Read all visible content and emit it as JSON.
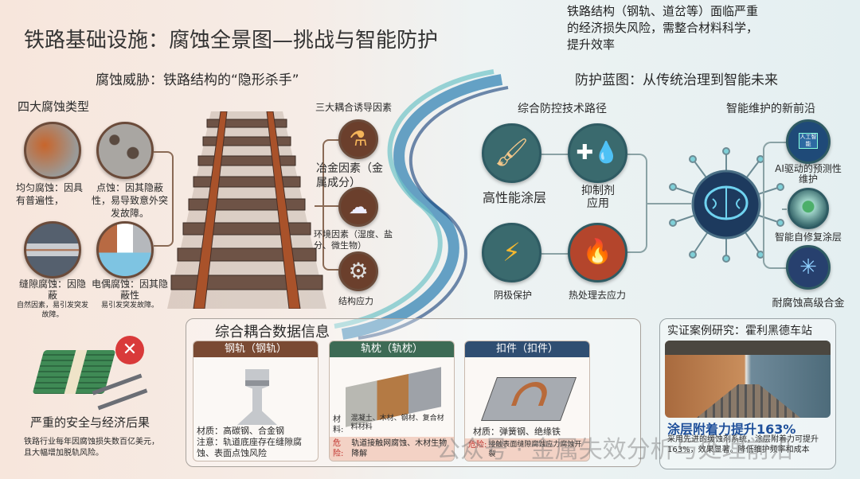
{
  "title": "铁路基础设施：腐蚀全景图—挑战与智能防护",
  "top_note": [
    "铁路结构（钢轨、道岔等）面临严重",
    "的经济损失风险，需整合材料科学，",
    "提升效率"
  ],
  "left": {
    "subtitle": "腐蚀威胁：铁路结构的“隐形杀手”",
    "types_title": "四大腐蚀类型",
    "types": [
      {
        "label": "均匀腐蚀：因具有普遍性，"
      },
      {
        "label": "点蚀：因其隐蔽性，易导致意外突发故障。"
      },
      {
        "label": "缝隙腐蚀：因隐蔽",
        "sub": "自然因素，易引发突发故障。"
      },
      {
        "label": "电偶腐蚀：因其隐蔽性",
        "sub": "易引发突发故障。"
      }
    ],
    "factors_title": "三大耦合诱导因素",
    "factors": [
      {
        "label": "冶金因素（金属成分）",
        "icon": "flask-icon"
      },
      {
        "label": "环境因素（湿度、盐分、微生物）",
        "icon": "rain-cloud-icon"
      },
      {
        "label": "结构应力",
        "icon": "gear-icon"
      }
    ],
    "consequence_title": "严重的安全与经济后果",
    "consequence_text": "铁路行业每年因腐蚀损失数百亿美元，且大幅增加脱轨风险。"
  },
  "data_panel": {
    "title": "综合耦合数据信息",
    "cards": [
      {
        "header": "钢轨（钢轨）",
        "color": "#7a4a33",
        "material": "材质：高碳钢、合金钢",
        "note": "注意：轨道底座存在缝隙腐蚀、表面点蚀风险"
      },
      {
        "header": "轨枕（轨枕）",
        "color": "#3d6b55",
        "material_label": "材料:",
        "material": "混凝土、木材、钢材、复合材料材料",
        "danger_label": "危险:",
        "danger": "轨道接触网腐蚀、木材生物降解"
      },
      {
        "header": "扣件（扣件）",
        "color": "#2f4e72",
        "material": "材质：弹簧钢、绝缘铁",
        "danger_label": "危险:",
        "danger": "接触表面缝隙腐蚀应力腐蚀开裂"
      }
    ]
  },
  "right": {
    "subtitle": "防护蓝图：从传统治理到智能未来",
    "tech_title": "综合防控技术路径",
    "tech": [
      "高性能涂层",
      "抑制剂应用",
      "阴极保护",
      "热处理去应力"
    ],
    "frontier_title": "智能维护的新前沿",
    "frontier": [
      "AI驱动的预测性维护",
      "智能自修复涂层",
      "耐腐蚀高级合金"
    ],
    "ai_chip_text": "人工智能",
    "case": {
      "title": "实证案例研究：霍利黑德车站",
      "headline": "涂层附着力提升163%",
      "text": "采用先进的缓蚀剂系统，涂层附着力可提升163%，效果显著。降低维护频率和成本"
    }
  },
  "watermark": "公众号 · 金属失效分析与处理前沿"
}
